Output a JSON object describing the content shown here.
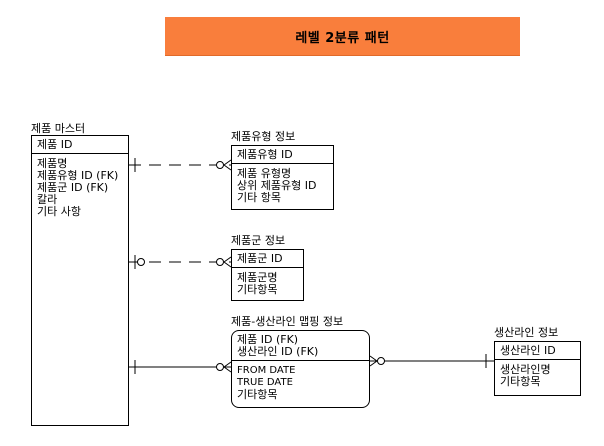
{
  "title": "레벨 2분류 패턴",
  "colors": {
    "banner": "#f97e3c",
    "line": "#000000"
  },
  "entities": {
    "product_master": {
      "name": "제품 마스터",
      "keys": [
        "제품 ID"
      ],
      "attributes": [
        "제품명",
        "제품유형 ID (FK)",
        "제품군 ID (FK)",
        "칼라",
        "기타 사항"
      ]
    },
    "product_type": {
      "name": "제품유형 정보",
      "keys": [
        "제품유형 ID"
      ],
      "attributes": [
        "제품 유형명",
        "상위 제품유형 ID",
        "기타 항목"
      ]
    },
    "product_group": {
      "name": "제품군 정보",
      "keys": [
        "제품군 ID"
      ],
      "attributes": [
        "제품군명",
        "기타항목"
      ]
    },
    "mapping": {
      "name": "제품-생산라인 맵핑 정보",
      "keys": [
        "제품 ID (FK)",
        "생산라인 ID (FK)"
      ],
      "attributes": [
        "FROM DATE",
        "TRUE DATE",
        "기타항목"
      ]
    },
    "production_line": {
      "name": "생산라인 정보",
      "keys": [
        "생산라인 ID"
      ],
      "attributes": [
        "생산라인명",
        "기타항목"
      ]
    }
  }
}
